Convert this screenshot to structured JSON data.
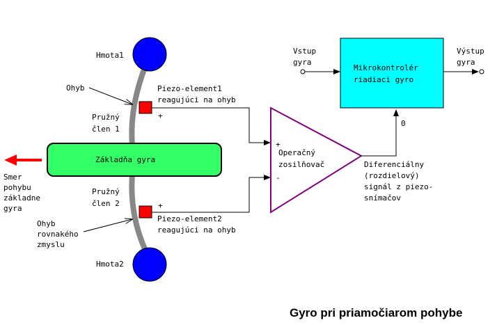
{
  "colors": {
    "mass": "#0000ff",
    "base": "#33ff66",
    "piezo": "#ff0000",
    "mcu": "#00ffff",
    "opamp": "#800080",
    "spring": "#888888",
    "arrow": "#ff0000"
  },
  "labels": {
    "mass_top": "Hmota1",
    "mass_bottom": "Hmota2",
    "bend_top": "Ohyb",
    "bend_bottom": [
      "Ohyb",
      "rovnakého",
      "zmyslu"
    ],
    "spring_top": [
      "Pružný",
      "člen 1"
    ],
    "spring_bottom": [
      "Pružný",
      "člen 2"
    ],
    "piezo_top": [
      "Piezo-element1",
      "reagujúci na ohyb"
    ],
    "piezo_bottom": [
      "Piezo-element2",
      "reagujúci na ohyb"
    ],
    "plus_top": "+",
    "plus_bottom": "+",
    "base": "Základňa gyra",
    "motion": [
      "Smer",
      "pohybu",
      "základne",
      "gyra"
    ],
    "opamp": [
      "Operačný",
      "zosilňovač"
    ],
    "opamp_plus": "+",
    "opamp_minus": "-",
    "mcu": [
      "Mikrokontrolér",
      "riadiaci gyro"
    ],
    "input": [
      "Vstup",
      "gyra"
    ],
    "output": [
      "Výstup",
      "gyra"
    ],
    "zero": "0",
    "diff": [
      "Diferenciálny",
      "(rozdielový)",
      "signál z piezo-",
      "snímačov"
    ],
    "caption": "Gyro pri priamočiarom pohybe"
  }
}
